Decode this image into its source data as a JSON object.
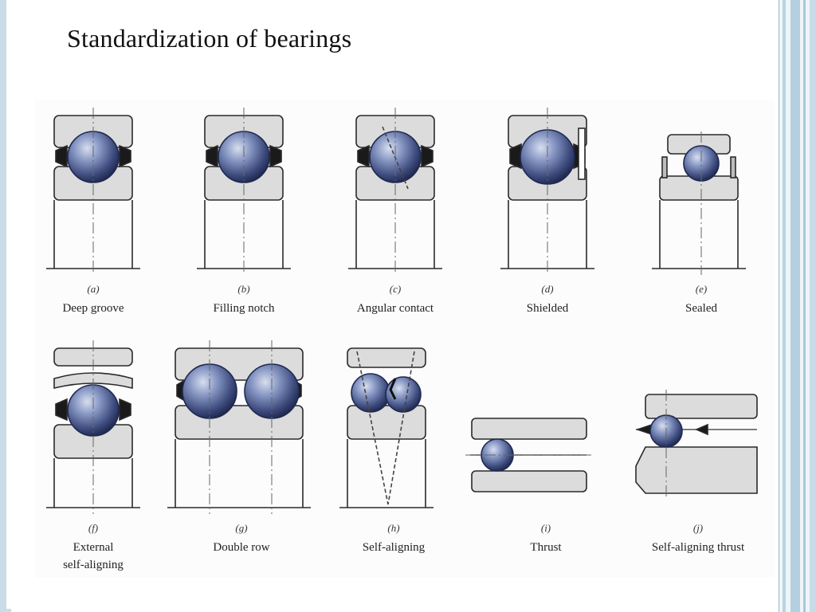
{
  "slide": {
    "title": "Standardization of bearings"
  },
  "figure": {
    "bearings": [
      {
        "letter": "(a)",
        "name": "Deep groove"
      },
      {
        "letter": "(b)",
        "name": "Filling notch"
      },
      {
        "letter": "(c)",
        "name": "Angular contact"
      },
      {
        "letter": "(d)",
        "name": "Shielded"
      },
      {
        "letter": "(e)",
        "name": "Sealed"
      },
      {
        "letter": "(f)",
        "name": "External",
        "name2": "self-aligning"
      },
      {
        "letter": "(g)",
        "name": "Double row"
      },
      {
        "letter": "(h)",
        "name": "Self-aligning"
      },
      {
        "letter": "(i)",
        "name": "Thrust"
      },
      {
        "letter": "(j)",
        "name": "Self-aligning thrust"
      }
    ]
  },
  "colors": {
    "ring_fill": "#dcdcdc",
    "stroke": "#2a2a2a",
    "ball_light": "#c9d3ea",
    "ball_dark": "#1f2c55",
    "accent_frame": "#c9dce7"
  }
}
